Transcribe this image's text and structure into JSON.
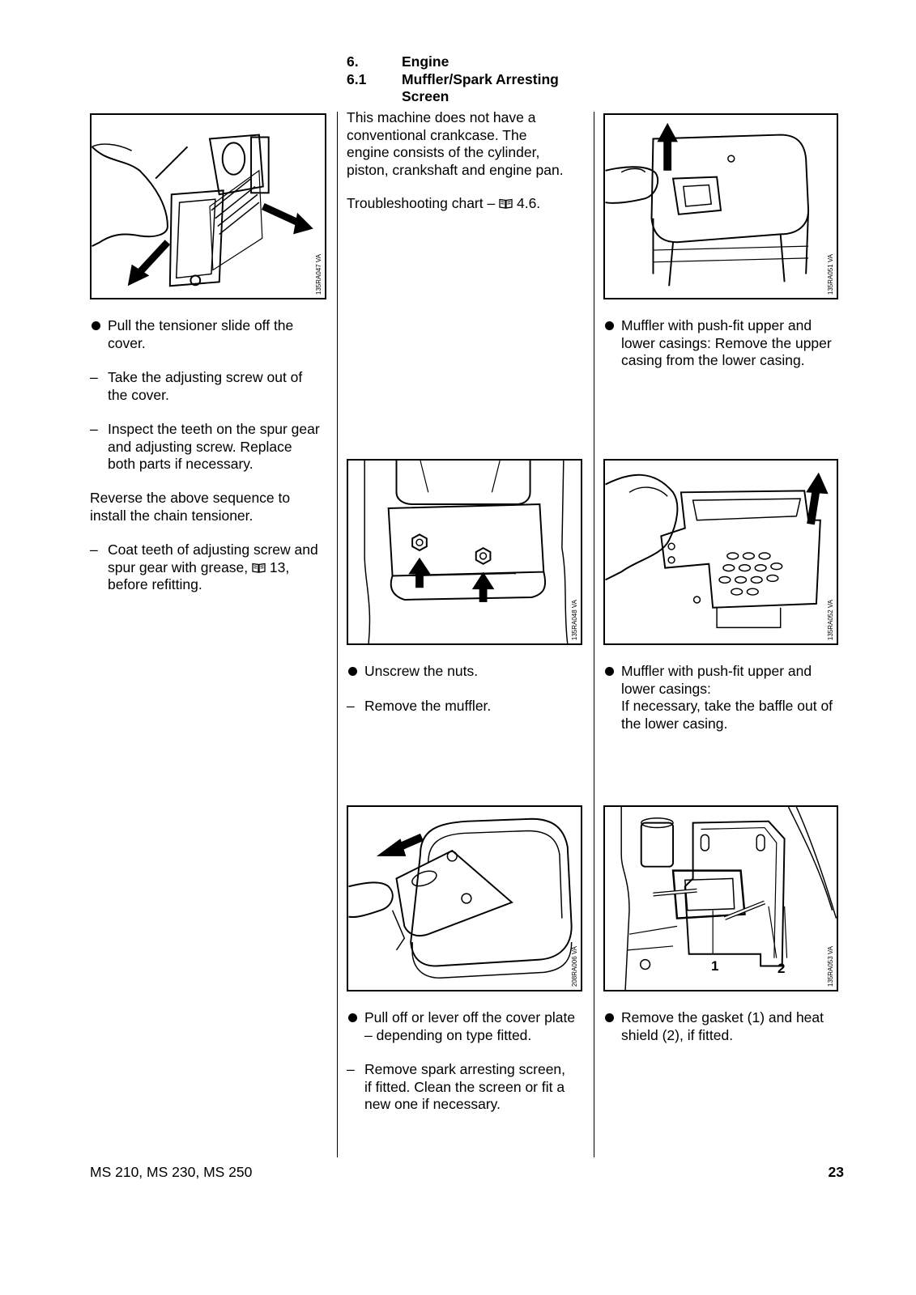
{
  "heading": {
    "num1": "6.",
    "title1": "Engine",
    "num2": "6.1",
    "title2a": "Muffler/Spark Arresting",
    "title2b": "Screen"
  },
  "intro": {
    "line1": "This machine does not have a",
    "line2": "conventional crankcase. The",
    "line3": "engine consists of the cylinder,",
    "line4": "piston, crankshaft and engine pan.",
    "trouble_prefix": "Troubleshooting chart –",
    "trouble_ref": "4.6."
  },
  "figures": {
    "f1": "135RA047 VA",
    "f2": "135RA051 VA",
    "f3": "135RA048 VA",
    "f4": "135RA052 VA",
    "f5": "208RA006 VA",
    "f6": "135RA053 VA",
    "f6_label1": "1",
    "f6_label2": "2"
  },
  "col1": {
    "b1": [
      "Pull the tensioner slide off the",
      "cover."
    ],
    "d1": [
      "Take the adjusting screw out of",
      "the cover."
    ],
    "d2": [
      "Inspect the teeth on the spur gear",
      "and adjusting screw. Replace",
      "both parts if necessary."
    ],
    "p1": [
      "Reverse the above sequence to",
      "install the chain tensioner."
    ],
    "d3a": "Coat teeth of adjusting screw and",
    "d3b_prefix": "spur gear with grease,",
    "d3b_ref": "13,",
    "d3c": "before refitting."
  },
  "col2": {
    "b1": "Unscrew the nuts.",
    "d1": "Remove the muffler.",
    "b2": [
      "Pull off or lever off the cover plate",
      "– depending on type fitted."
    ],
    "d2": [
      "Remove spark arresting screen,",
      "if fitted. Clean the screen or fit a",
      "new one if necessary."
    ]
  },
  "col3": {
    "b1": [
      "Muffler with push-fit upper and",
      "lower casings: Remove the upper",
      "casing from the lower casing."
    ],
    "b2": [
      "Muffler with push-fit upper and",
      "lower casings:",
      "If necessary, take the baffle out of",
      "the lower casing."
    ],
    "b3": [
      "Remove the gasket (1) and heat",
      "shield (2), if fitted."
    ]
  },
  "footer": {
    "models": "MS 210, MS 230, MS 250",
    "page": "23"
  },
  "symbols": {
    "bullet": "●",
    "dash": "–",
    "book_icon": "book-icon"
  }
}
